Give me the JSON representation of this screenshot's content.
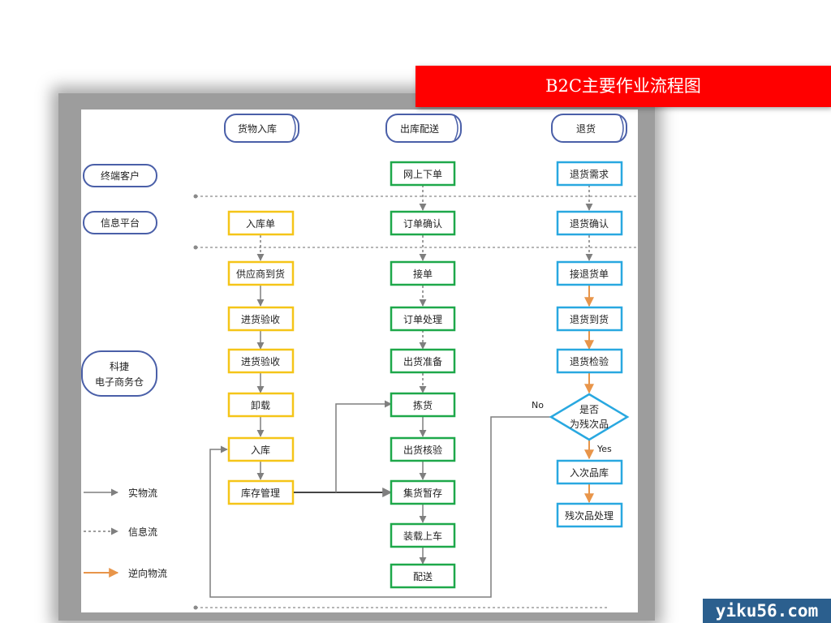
{
  "title": "B2C主要作业流程图",
  "watermark": "yiku56.com",
  "colors": {
    "banner": "#ff0000",
    "lane_header_border": "#4a5fa8",
    "yellow_border": "#f5c518",
    "green_border": "#1ea84a",
    "blue_border": "#29a8e0",
    "reverse_arrow": "#e8954a",
    "arrow_gray": "#7f7f7f"
  },
  "lanes": {
    "inbound": "货物入库",
    "outbound": "出库配送",
    "returns": "退货"
  },
  "roles": {
    "customer": "终端客户",
    "platform": "信息平台",
    "warehouse_line1": "科捷",
    "warehouse_line2": "电子商务仓"
  },
  "inbound_steps": [
    "入库单",
    "供应商到货",
    "进货验收",
    "进货验收",
    "卸载",
    "入库",
    "库存管理"
  ],
  "outbound_steps": [
    "网上下单",
    "订单确认",
    "接单",
    "订单处理",
    "出货准备",
    "拣货",
    "出货核验",
    "集货暂存",
    "装载上车",
    "配送"
  ],
  "return_steps": [
    "退货需求",
    "退货确认",
    "接退货单",
    "退货到货",
    "退货检验"
  ],
  "decision": {
    "line1": "是否",
    "line2": "为残次品",
    "no": "No",
    "yes": "Yes"
  },
  "return_after": [
    "入次品库",
    "残次品处理"
  ],
  "legend": {
    "physical": "实物流",
    "info": "信息流",
    "reverse": "逆向物流"
  }
}
